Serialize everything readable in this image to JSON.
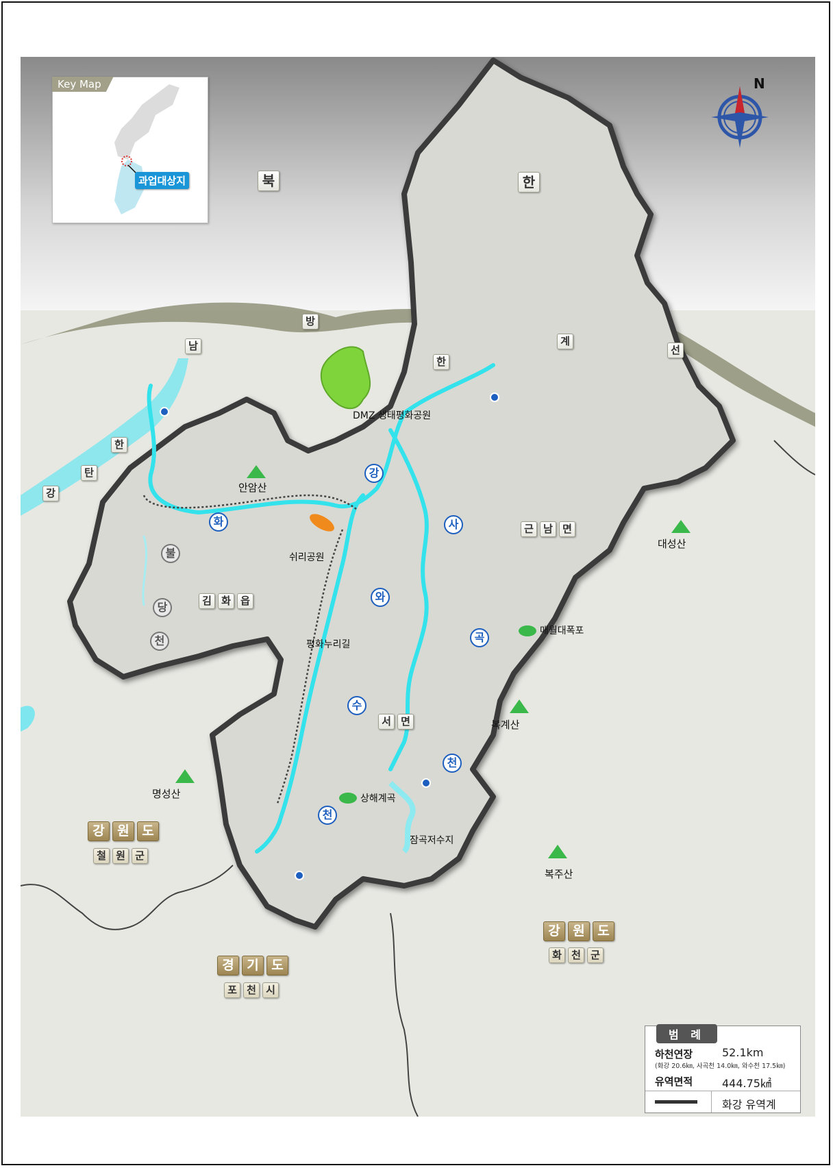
{
  "keymap": {
    "title": "Key Map",
    "target": "과업대상지"
  },
  "compass": {
    "north": "N"
  },
  "region_labels": {
    "north_korea": [
      "북",
      "한"
    ],
    "dmz_line": [
      "남",
      "방",
      "한",
      "계",
      "선"
    ],
    "hantan": [
      "한",
      "탄",
      "강"
    ],
    "geunnam": [
      "근",
      "남",
      "면"
    ],
    "gimhwa": [
      "김",
      "화",
      "읍"
    ],
    "seo": [
      "서",
      "면"
    ],
    "gangwon_w": [
      "강",
      "원",
      "도"
    ],
    "cheorwon": [
      "철",
      "원",
      "군"
    ],
    "gangwon_e": [
      "강",
      "원",
      "도"
    ],
    "hwacheon": [
      "화",
      "천",
      "군"
    ],
    "gyeonggi": [
      "경",
      "기",
      "도"
    ],
    "pocheon": [
      "포",
      "천",
      "시"
    ]
  },
  "river_labels": {
    "hwagang": [
      "화",
      "강"
    ],
    "sagok": [
      "사",
      "곡",
      "천"
    ],
    "wasu": [
      "와",
      "수",
      "천"
    ],
    "buldang": [
      "불",
      "당",
      "천"
    ]
  },
  "places": {
    "dmz_park": "DMZ 생태평화공원",
    "anam": "안암산",
    "daeseong": "대성산",
    "swiri": "쉬리공원",
    "maewol": "매월대폭포",
    "peace_trail": "평화누리길",
    "bokgye": "복계산",
    "myeongseong": "명성산",
    "sanghae": "상해계곡",
    "jamgok": "잠곡저수지",
    "bokju": "복주산"
  },
  "legend": {
    "title": "범 례",
    "length_label": "하천연장",
    "length_value": "52.1km",
    "length_note": "(화강 20.6㎞, 사곡천 14.0㎞, 와수천 17.5㎞)",
    "area_label": "유역면적",
    "area_value": "444.75㎢",
    "boundary_label": "화강 유역계"
  },
  "colors": {
    "river": "#34e2ec",
    "boundary": "#333333",
    "park": "#7fd43c",
    "mountain": "#3bb84a",
    "swiri": "#f08a1c"
  }
}
